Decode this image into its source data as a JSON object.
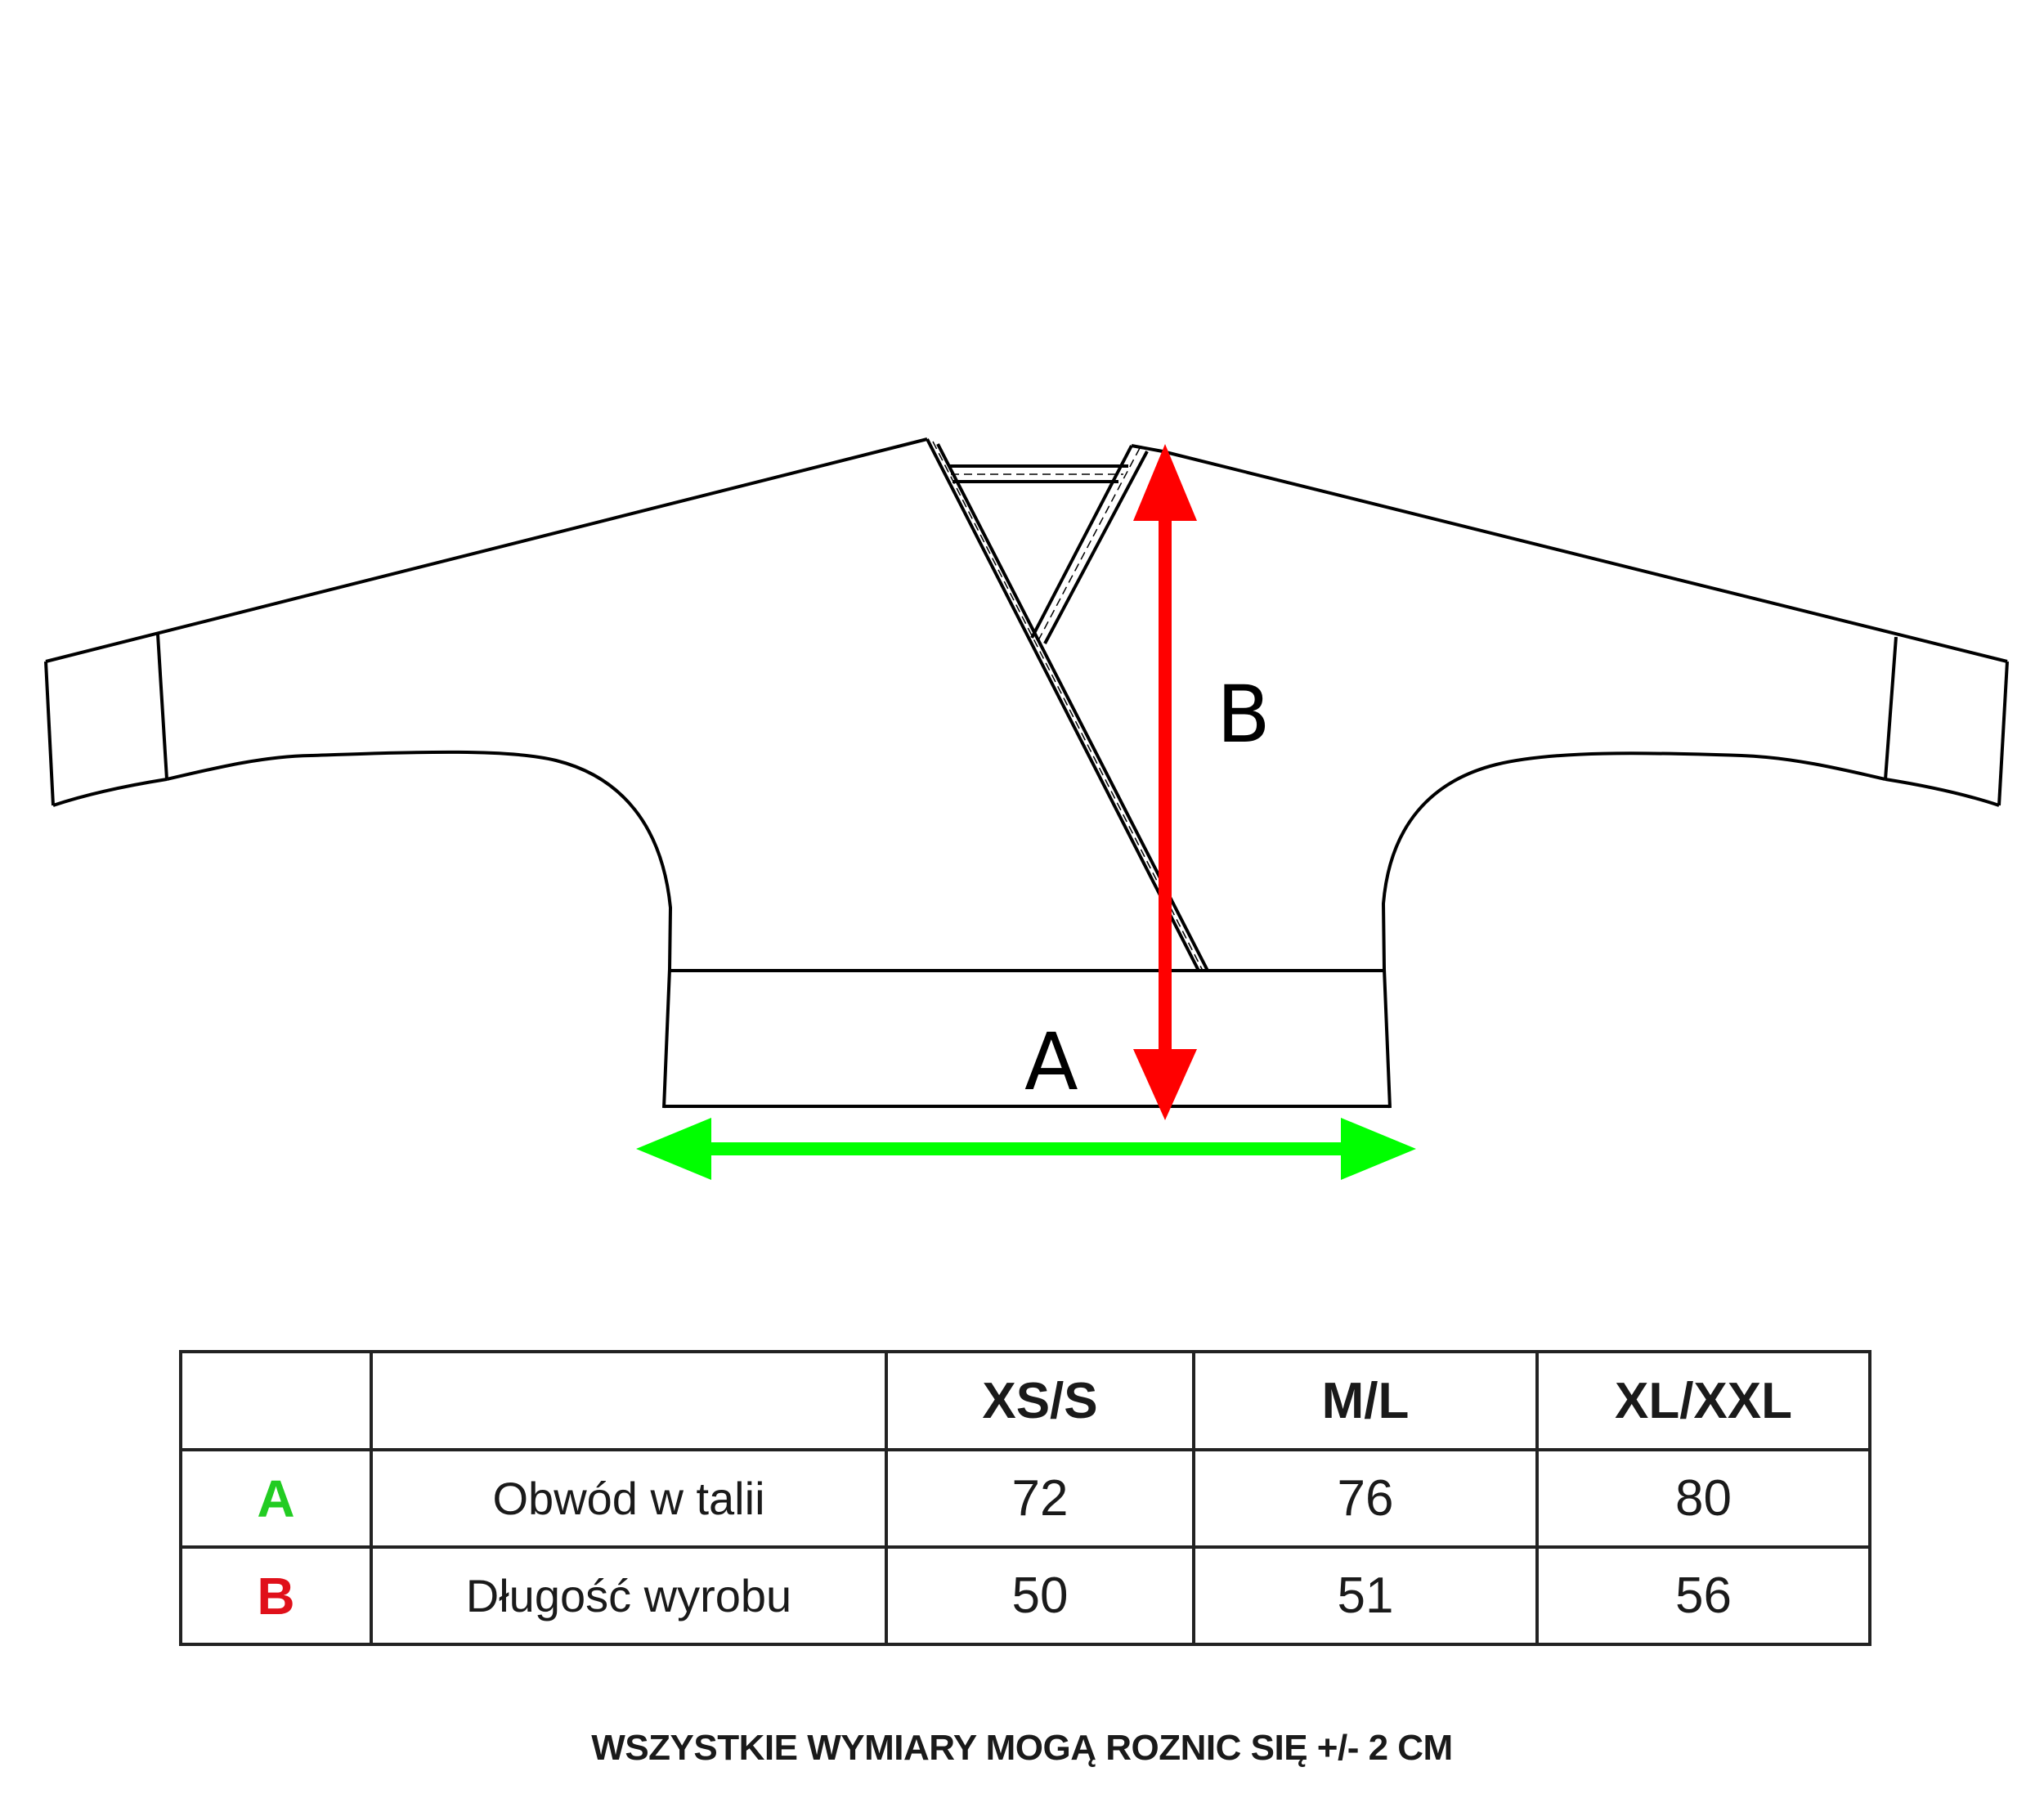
{
  "diagram": {
    "label_a": "A",
    "label_b": "B",
    "color_a": "#00ff00",
    "color_b": "#ff0000"
  },
  "table": {
    "columns": [
      "",
      "",
      "XS/S",
      "M/L",
      "XL/XXL"
    ],
    "rows": [
      {
        "key": "A",
        "key_color": "#22cc22",
        "label": "Obwód w talii",
        "values": [
          "72",
          "76",
          "80"
        ]
      },
      {
        "key": "B",
        "key_color": "#e0101a",
        "label": "Długość wyrobu",
        "values": [
          "50",
          "51",
          "56"
        ]
      }
    ]
  },
  "footer": "WSZYSTKIE WYMIARY MOGĄ ROZNIC SIĘ +/- 2 CM"
}
